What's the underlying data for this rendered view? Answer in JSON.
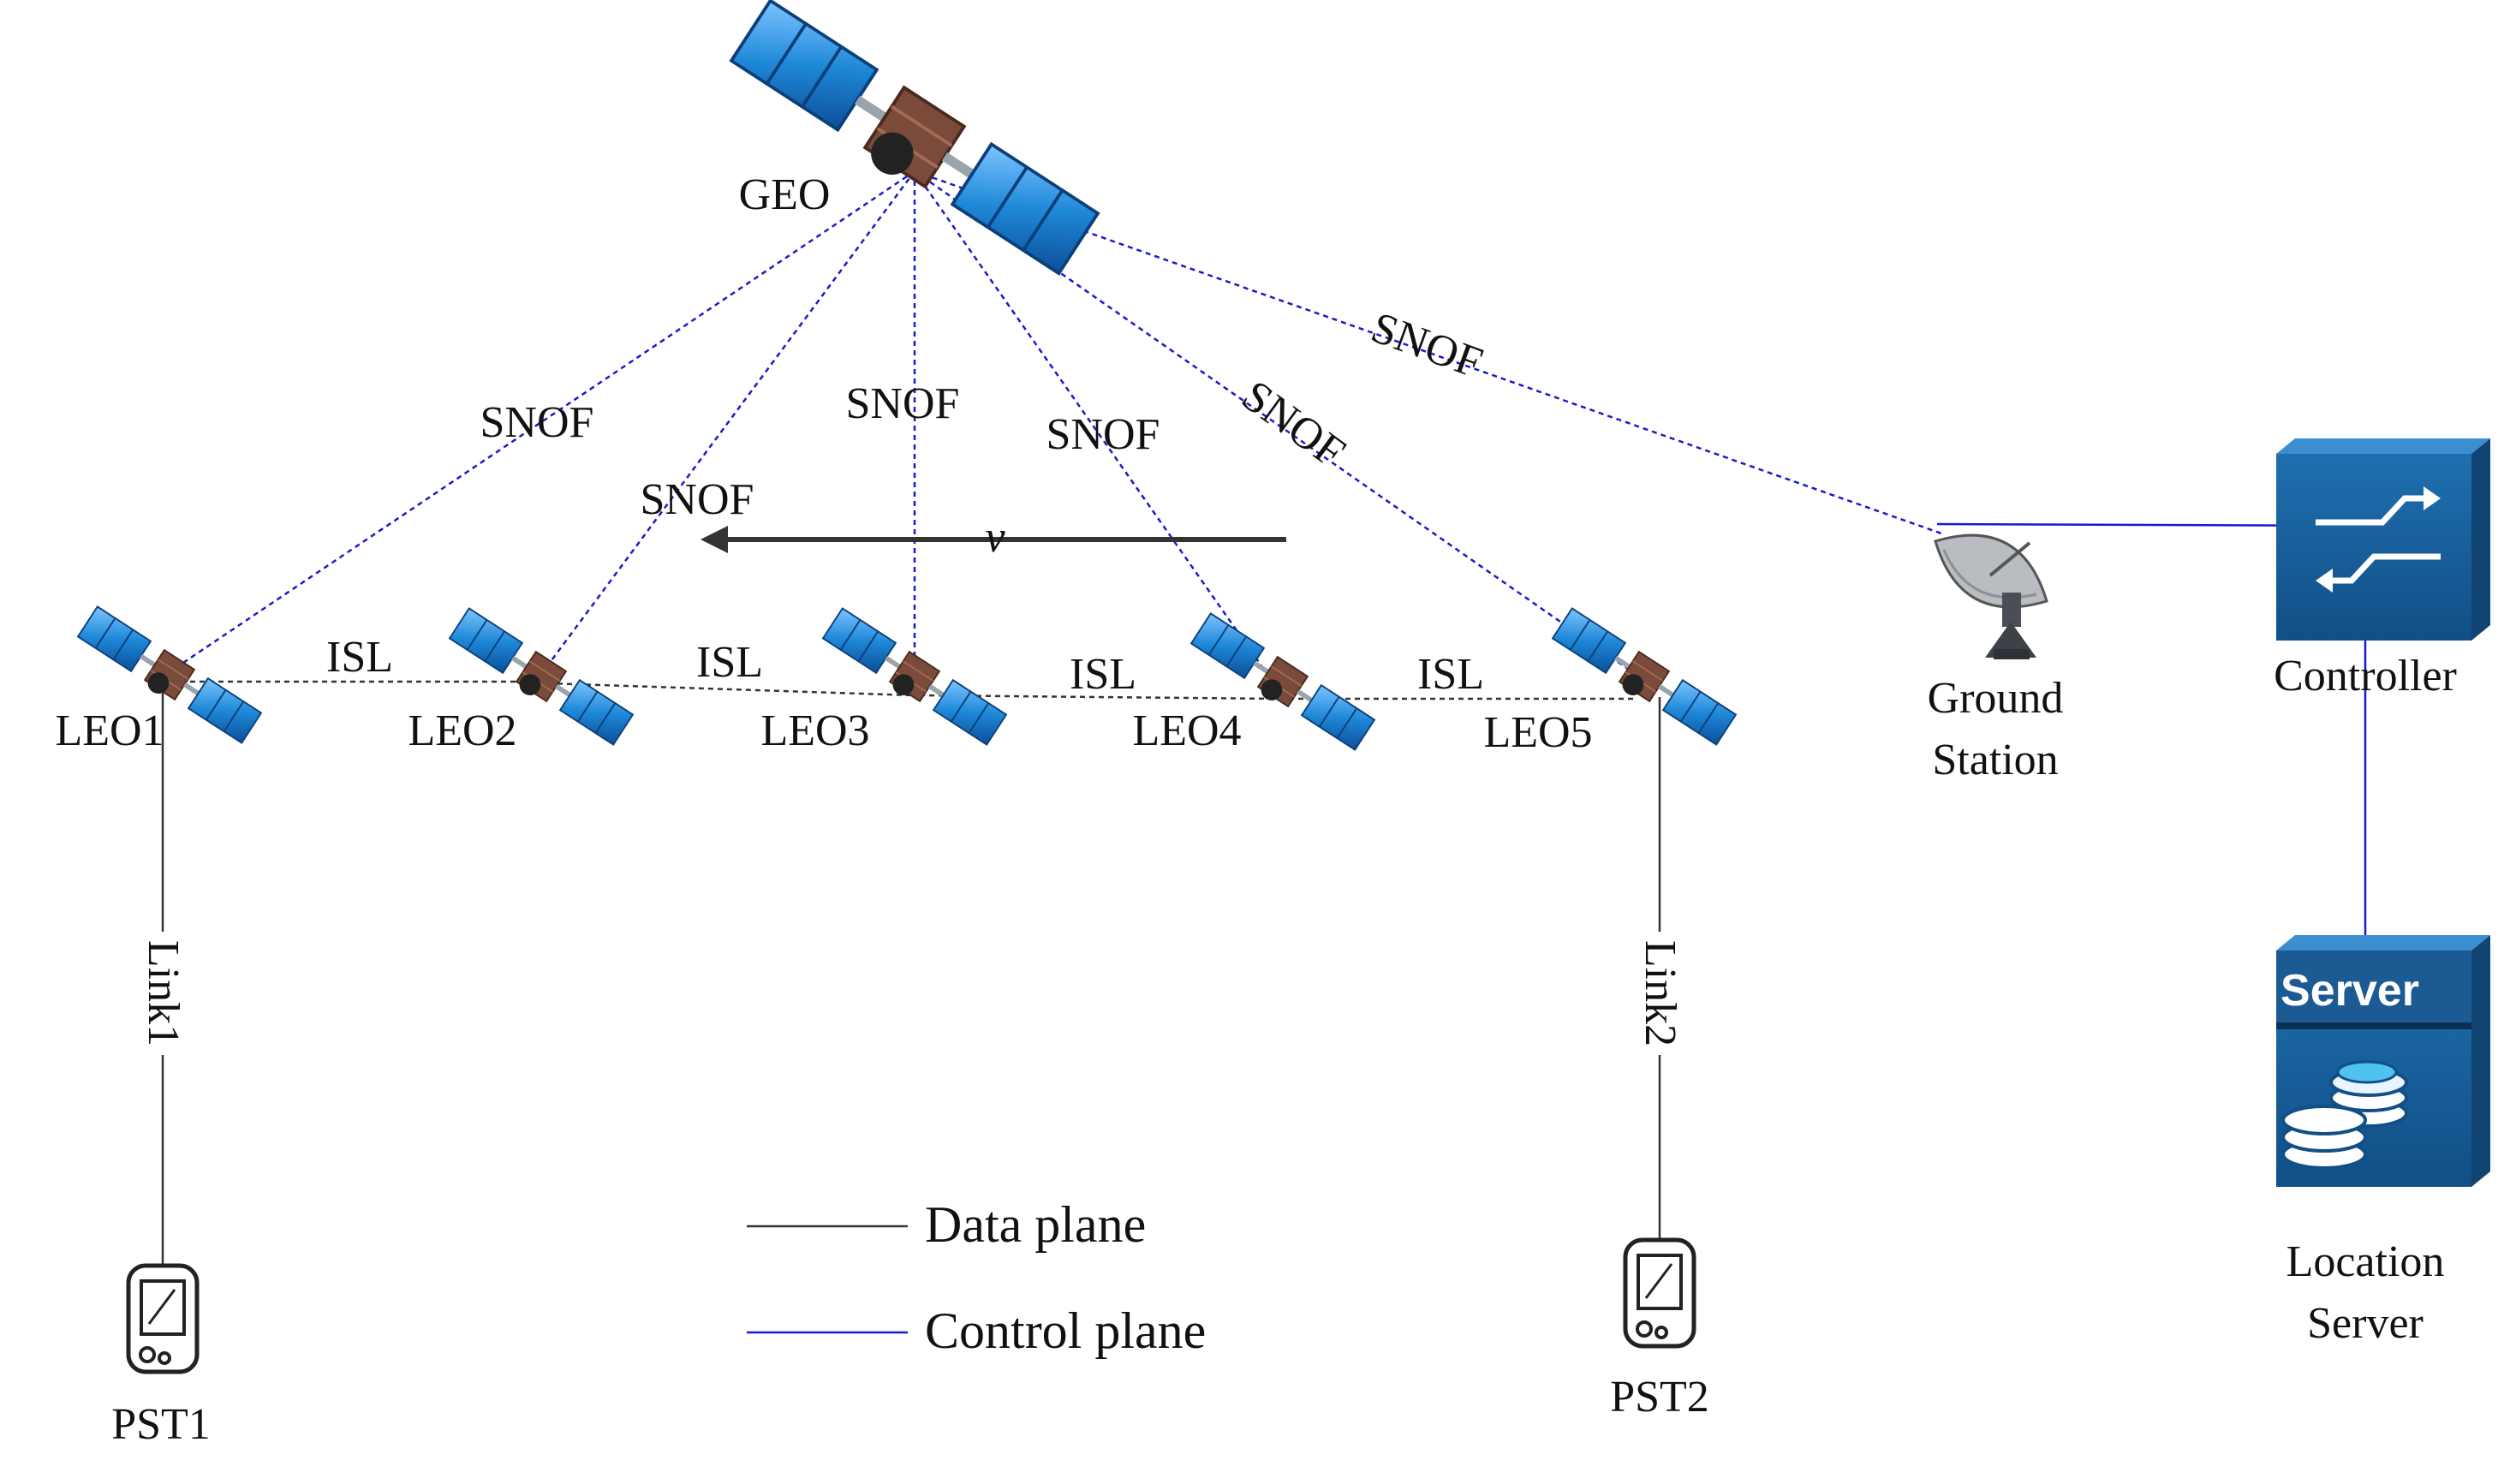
{
  "diagram": {
    "satellites": {
      "geo": "GEO",
      "leo": [
        "LEO1",
        "LEO2",
        "LEO3",
        "LEO4",
        "LEO5"
      ]
    },
    "snof_label": "SNOF",
    "isl_label": "ISL",
    "velocity_label": "v",
    "links": {
      "left": "Link1",
      "right": "Link2"
    },
    "terminals": [
      "PST1",
      "PST2"
    ],
    "ground_station": {
      "line1": "Ground",
      "line2": "Station"
    },
    "controller": "Controller",
    "server_badge": "Server",
    "location_server": {
      "line1": "Location",
      "line2": "Server"
    },
    "legend": {
      "data_plane": "Data plane",
      "control_plane": "Control plane"
    },
    "colors": {
      "control_plane": "#1a1acc",
      "data_plane": "#333333",
      "satellite_panel": "#1e88d8",
      "satellite_body": "#7a4b3a",
      "device_box": "#1a5f9e"
    },
    "icons": [
      "satellite-icon",
      "satellite-dish-icon",
      "switch-arrows-icon",
      "database-icon",
      "handheld-terminal-icon"
    ]
  }
}
